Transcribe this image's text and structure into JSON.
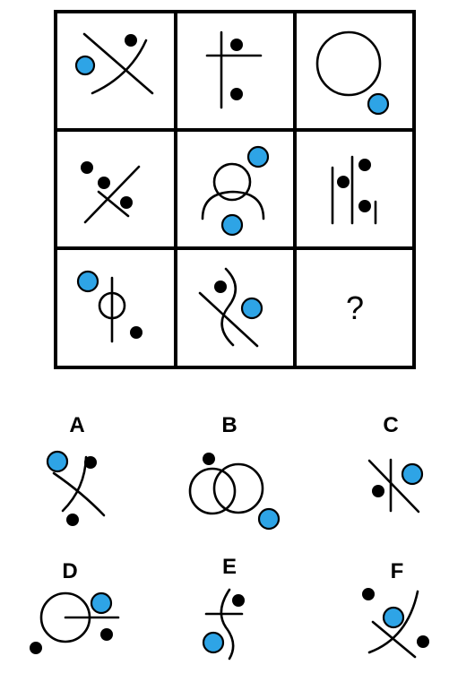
{
  "puzzle": {
    "unknown_mark": "?",
    "colors": {
      "blue_dot": "#2ea4e6",
      "black": "#000000",
      "background": "#ffffff"
    }
  },
  "options": [
    {
      "label": "A"
    },
    {
      "label": "B"
    },
    {
      "label": "C"
    },
    {
      "label": "D"
    },
    {
      "label": "E"
    },
    {
      "label": "F"
    }
  ]
}
